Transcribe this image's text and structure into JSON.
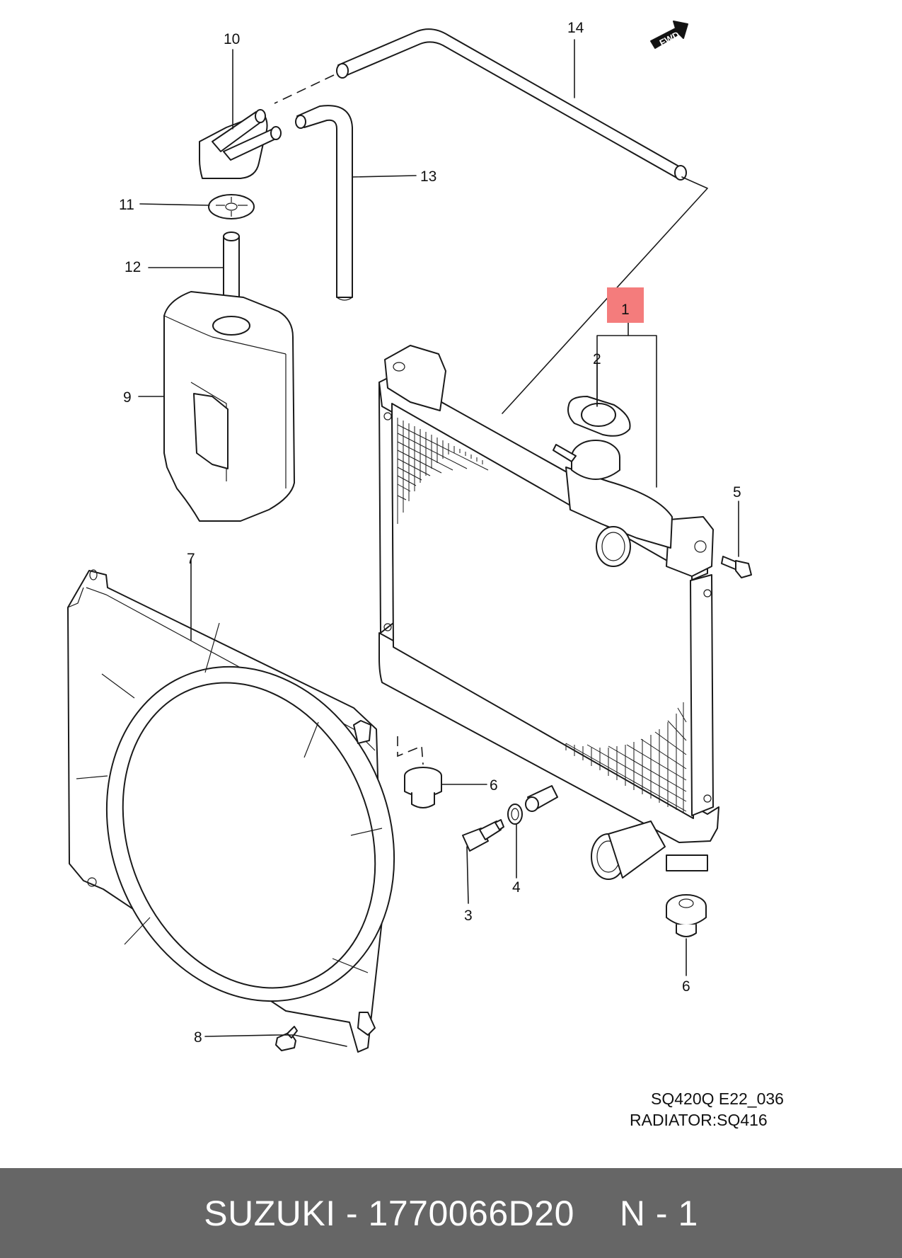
{
  "diagram": {
    "fwd_badge": "FWD",
    "highlight_color": "#f47c7c",
    "callouts": {
      "c1": "1",
      "c2": "2",
      "c3": "3",
      "c4": "4",
      "c5": "5",
      "c6a": "6",
      "c6b": "6",
      "c7": "7",
      "c8": "8",
      "c9": "9",
      "c10": "10",
      "c11": "11",
      "c12": "12",
      "c13": "13",
      "c14": "14"
    },
    "reference_code": "SQ420Q E22_036",
    "reference_title": "RADIATOR:SQ416"
  },
  "footer": {
    "brand_part": "SUZUKI - 1770066D20",
    "quantity": "N - 1",
    "background": "#666666"
  }
}
